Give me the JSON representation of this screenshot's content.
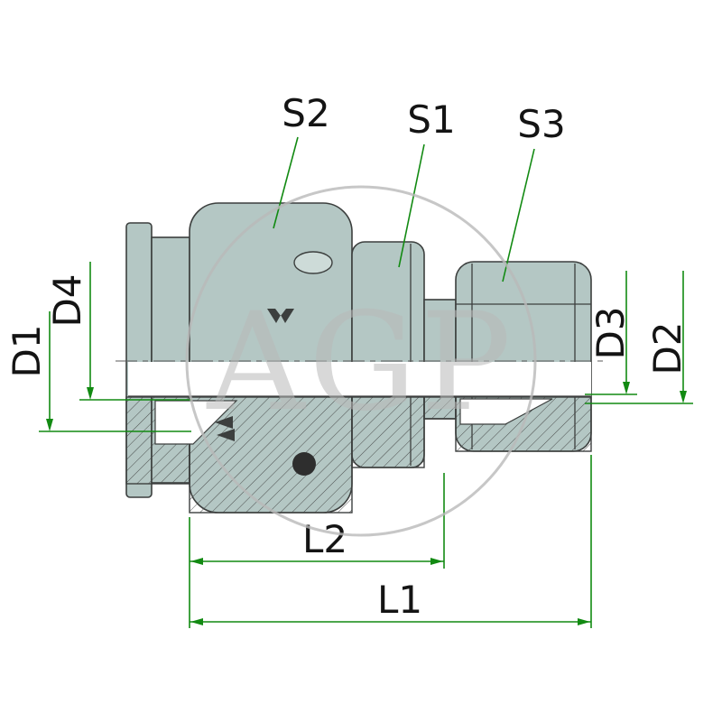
{
  "diagram": {
    "watermark": "AGP",
    "labels": {
      "s2": "S2",
      "s1": "S1",
      "s3": "S3",
      "d4": "D4",
      "d1": "D1",
      "d3": "D3",
      "d2": "D2",
      "l2": "L2",
      "l1": "L1"
    },
    "colors": {
      "background": "#ffffff",
      "body_fill": "#b4c7c4",
      "body_fill_light": "#cddbd8",
      "outline": "#3c3f3e",
      "dimension_green": "#128a12",
      "label_text": "#141414",
      "watermark_gray": "#b9b9b9",
      "section_dot": "#2e2e2e"
    }
  }
}
